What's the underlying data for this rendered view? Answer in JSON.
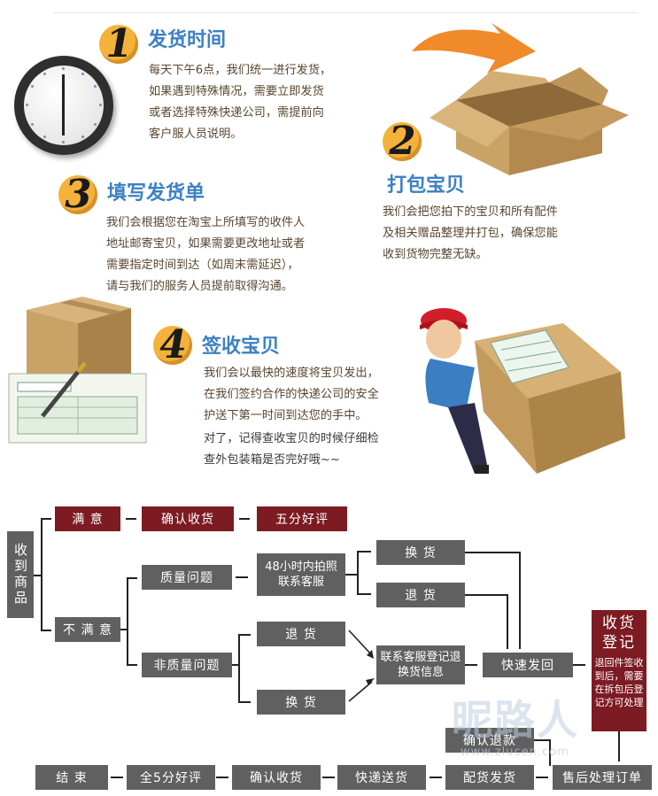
{
  "steps": [
    {
      "num": "1",
      "title": "发货时间",
      "lines": [
        "每天下午6点，我们统一进行发货，",
        "如果遇到特殊情况，需要立即发货",
        "或者选择特殊快递公司，需提前向",
        "客户服人员说明。"
      ]
    },
    {
      "num": "2",
      "title": "打包宝贝",
      "lines": [
        "我们会把您拍下的宝贝和所有配件",
        "及相关赠品整理并打包，确保您能",
        "收到货物完整无缺。"
      ]
    },
    {
      "num": "3",
      "title": "填写发货单",
      "lines": [
        "我们会根据您在淘宝上所填写的收件人",
        "地址邮寄宝贝，如果需要更改地址或者",
        "需要指定时间到达（如周末需延迟），",
        "请与我们的服务人员提前取得沟通。"
      ]
    },
    {
      "num": "4",
      "title": "签收宝贝",
      "lines": [
        "我们会以最快的速度将宝贝发出，",
        "在我们签约合作的快递公司的安全",
        "护送下第一时间到达您的手中。",
        "对了，记得查收宝贝的时候仔细检",
        "查外包装箱是否完好哦~~"
      ]
    }
  ],
  "flow": {
    "receive": "收到商品",
    "satisfied": "满 意",
    "confirm_receipt": "确认收货",
    "five_star": "五分好评",
    "unsatisfied": "不 满 意",
    "quality_issue": "质量问题",
    "photo_contact": "48小时内拍照联系客服",
    "exchange_top": "换 货",
    "return_top": "退 货",
    "non_quality": "非质量问题",
    "return_mid": "退 货",
    "exchange_bot": "换 货",
    "contact_register": "联系客服登记退换货信息",
    "ship_back": "快速发回",
    "receive_register_title": "收货登记",
    "receive_register_desc": "退回件签收到后，需要在拆包后登记方可处理",
    "confirm_refund": "确认退款",
    "after_sale_order": "售后处理订单",
    "dispatch": "配货发货",
    "express": "快递送货",
    "confirm_receipt2": "确认收货",
    "full_five": "全5分好评",
    "end": "结 束"
  },
  "watermark": {
    "logo": "昵路人",
    "url": "www.zlucen.com"
  },
  "colors": {
    "title_blue": "#3d80c4",
    "badge_orange": "#f4b23a",
    "box_red": "#7c1b22",
    "box_gray": "#606060"
  }
}
